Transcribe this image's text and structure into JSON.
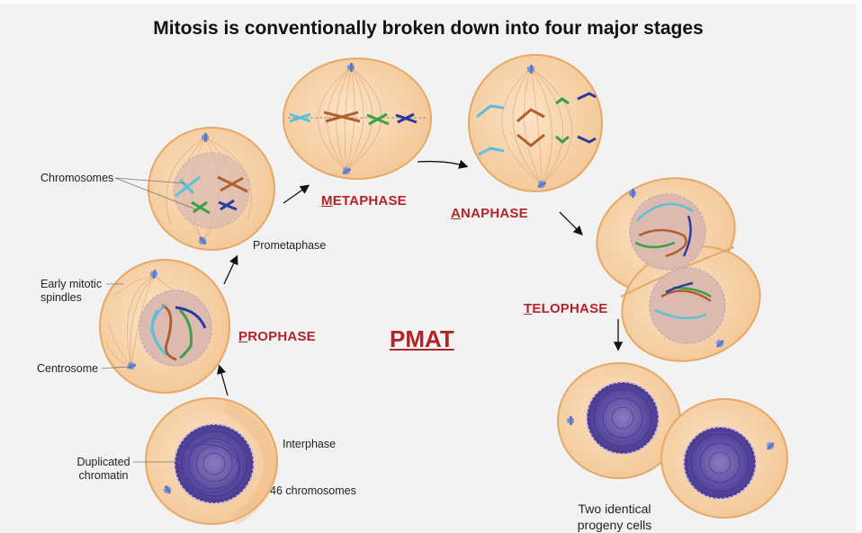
{
  "title": "Mitosis is conventionally broken down into four major stages",
  "labels": {
    "chromosomes": "Chromosomes",
    "early_mitotic_spindles": "Early mitotic spindles",
    "centrosome": "Centrosome",
    "duplicated_chromatin": "Duplicated chromatin",
    "interphase": "Interphase",
    "chromosome_count": "46 chromosomes",
    "prometaphase": "Prometaphase",
    "two_identical": "Two identical progeny cells"
  },
  "stages": {
    "prophase": {
      "first": "P",
      "rest": "ROPHASE"
    },
    "metaphase": {
      "first": "M",
      "rest": "ETAPHASE"
    },
    "anaphase": {
      "first": "A",
      "rest": "NAPHASE"
    },
    "telophase": {
      "first": "T",
      "rest": "ELOPHASE"
    }
  },
  "acronym": "PMAT",
  "colors": {
    "cytoplasm": "#f6d2a8",
    "cell_outline": "#e6a868",
    "nucleus": "#dcbab0",
    "chromatin": "#5a4aa0",
    "stage_label": "#b3242a",
    "centrosome": "#7d96d8",
    "chromosome_cyan": "#5cc0d8",
    "chromosome_brown": "#b06030",
    "chromosome_green": "#3aa048",
    "chromosome_navy": "#2a3aa0"
  }
}
